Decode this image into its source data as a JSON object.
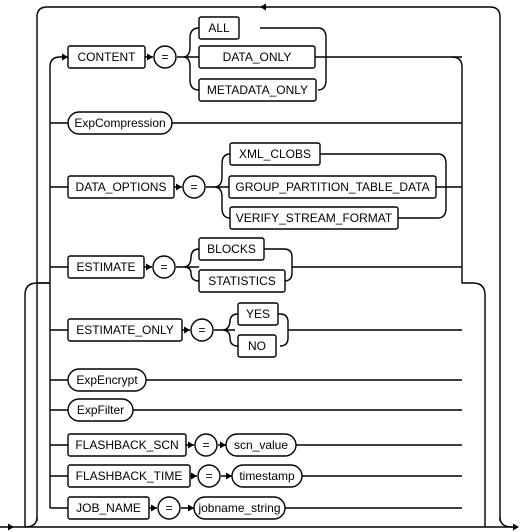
{
  "diagram": {
    "keywords": {
      "content": "CONTENT",
      "all": "ALL",
      "data_only": "DATA_ONLY",
      "metadata_only": "METADATA_ONLY",
      "exp_compression": "ExpCompression",
      "data_options": "DATA_OPTIONS",
      "xml_clobs": "XML_CLOBS",
      "group_partition_table_data": "GROUP_PARTITION_TABLE_DATA",
      "verify_stream_format": "VERIFY_STREAM_FORMAT",
      "estimate": "ESTIMATE",
      "blocks": "BLOCKS",
      "statistics": "STATISTICS",
      "estimate_only": "ESTIMATE_ONLY",
      "yes": "YES",
      "no": "NO",
      "exp_encrypt": "ExpEncrypt",
      "exp_filter": "ExpFilter",
      "flashback_scn": "FLASHBACK_SCN",
      "scn_value": "scn_value",
      "flashback_time": "FLASHBACK_TIME",
      "timestamp": "timestamp",
      "job_name": "JOB_NAME",
      "jobname_string": "jobname_string"
    },
    "equals": "="
  }
}
